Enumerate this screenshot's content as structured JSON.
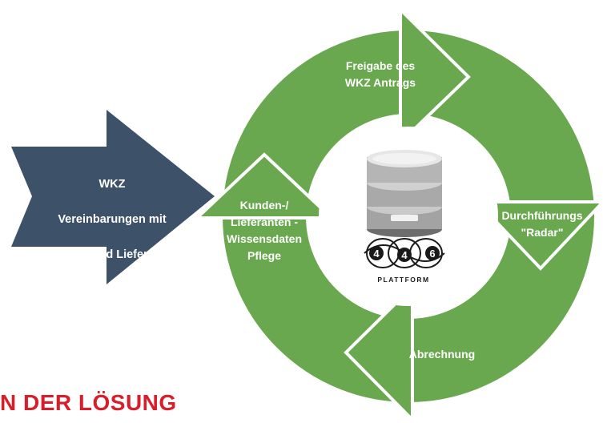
{
  "diagram": {
    "input_arrow": {
      "lines": [
        "WKZ",
        "Vereinbarungen mit",
        "Kunden und Lieferanten"
      ]
    },
    "cycle_steps": [
      {
        "id": "freigabe",
        "text": "Freigabe des\nWKZ Antrags"
      },
      {
        "id": "durchfuehrung",
        "text": "Durchführungs\n\"Radar\""
      },
      {
        "id": "abrechnung",
        "text": "Abrechnung"
      },
      {
        "id": "pflege",
        "text": "Kunden-/\nLieferanten -\nWissensdaten\nPflege"
      }
    ],
    "center": {
      "logo_digits": [
        "4",
        "4",
        "6"
      ],
      "caption": "PLATTFORM"
    },
    "colors": {
      "cycle_green": "#6aa84f",
      "input_arrow": "#3d5268",
      "heading_red": "#d81e2a"
    }
  },
  "footer": {
    "heading": "N DER LÖSUNG"
  }
}
